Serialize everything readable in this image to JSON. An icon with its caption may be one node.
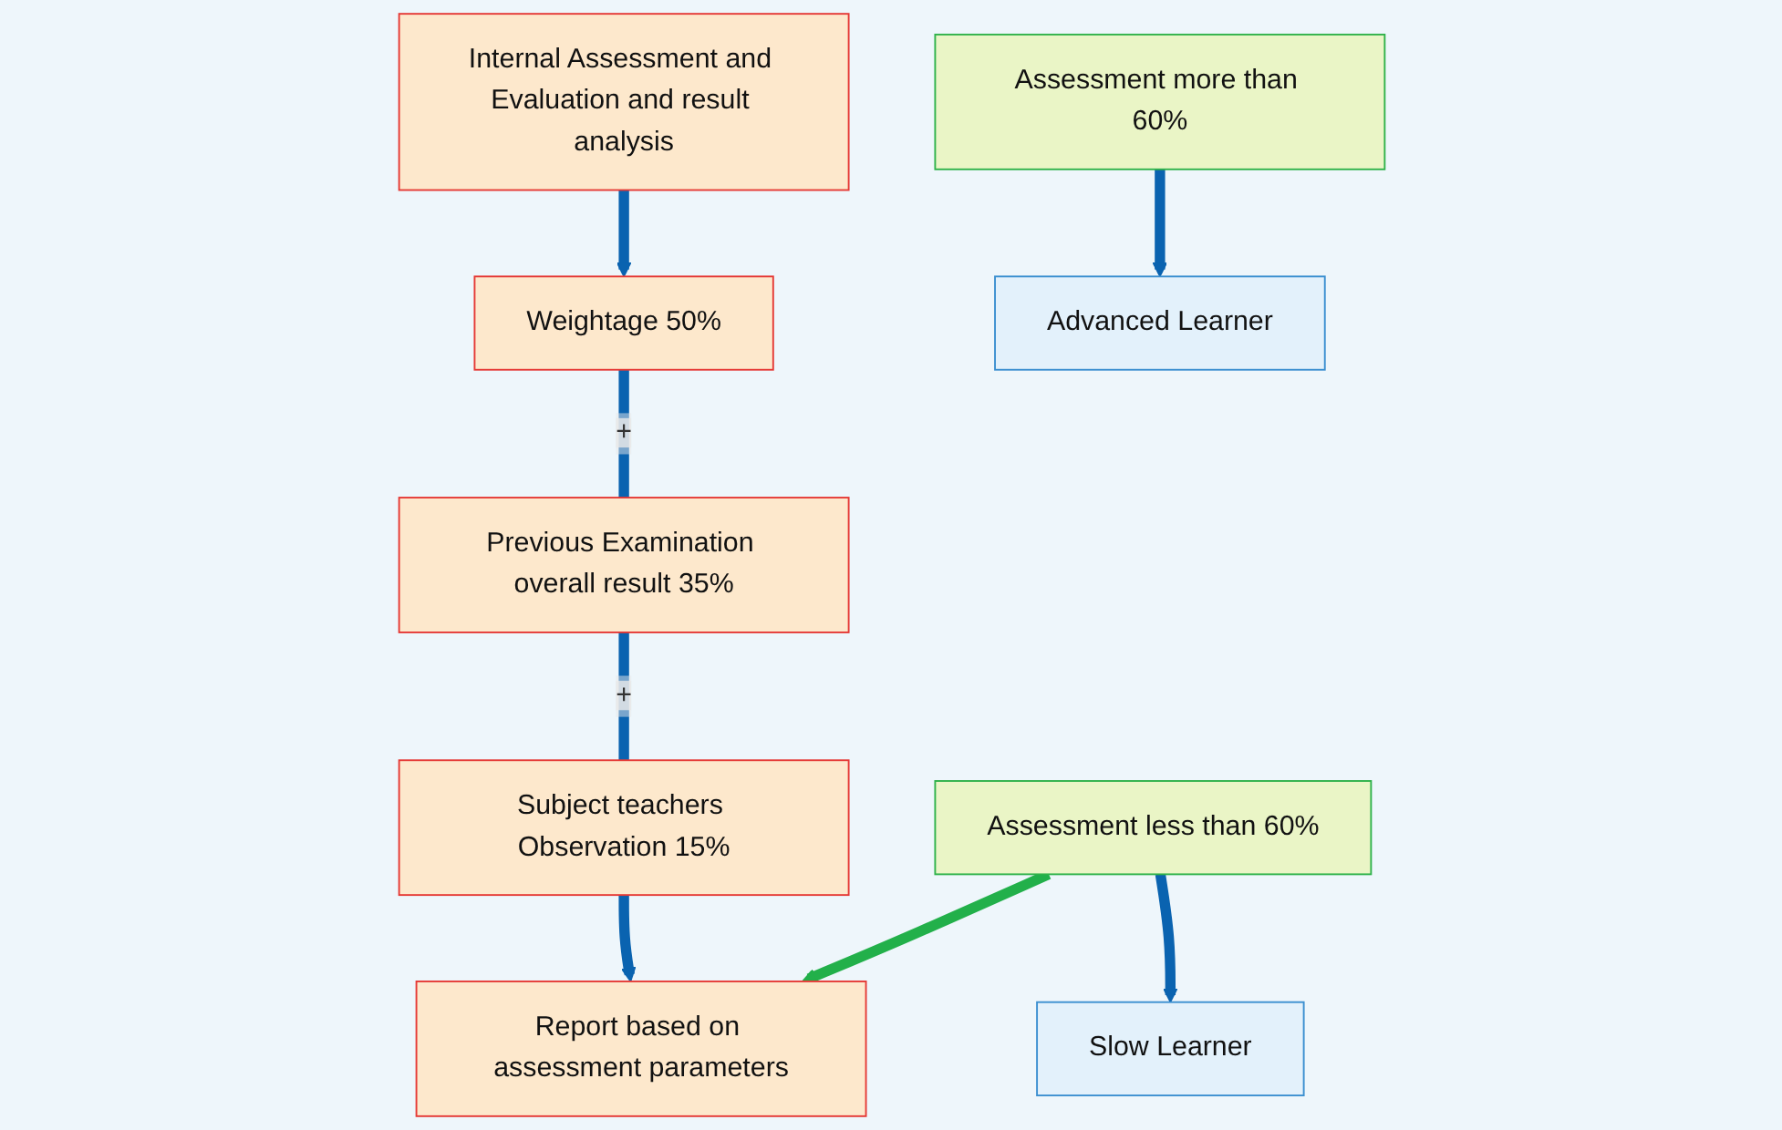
{
  "diagram": {
    "nodes": [
      {
        "text": [
          "Internal Assessment and Evaluation and result analysis"
        ]
      },
      {
        "text": [
          "Weightage 50%"
        ]
      },
      {
        "text": [
          "Previous Examination overall result 35%"
        ]
      },
      {
        "text": [
          "Subject teachers Observation 15%"
        ]
      },
      {
        "text": [
          "Report based on assessment parameters"
        ]
      },
      {
        "text": [
          "Assessment less than 60%"
        ]
      },
      {
        "text": [
          "Slow Learner"
        ]
      },
      {
        "text": [
          "Assessment more than 60%"
        ]
      },
      {
        "text": [
          "Advanced Learner"
        ]
      }
    ],
    "edges": [
      {
        "from": 0,
        "to": 1,
        "arrow": "to"
      },
      {
        "from": 1,
        "to": 2,
        "arrow": "none",
        "label": "+"
      },
      {
        "from": 2,
        "to": 3,
        "arrow": "none",
        "label": "+"
      },
      {
        "from": 3,
        "to": 4,
        "arrow": "to"
      },
      {
        "from": 5,
        "to": 4,
        "arrow": "to",
        "color": "#22b04a"
      },
      {
        "from": 5,
        "to": 6,
        "arrow": "to"
      },
      {
        "from": 7,
        "to": 8,
        "arrow": "to"
      }
    ]
  }
}
